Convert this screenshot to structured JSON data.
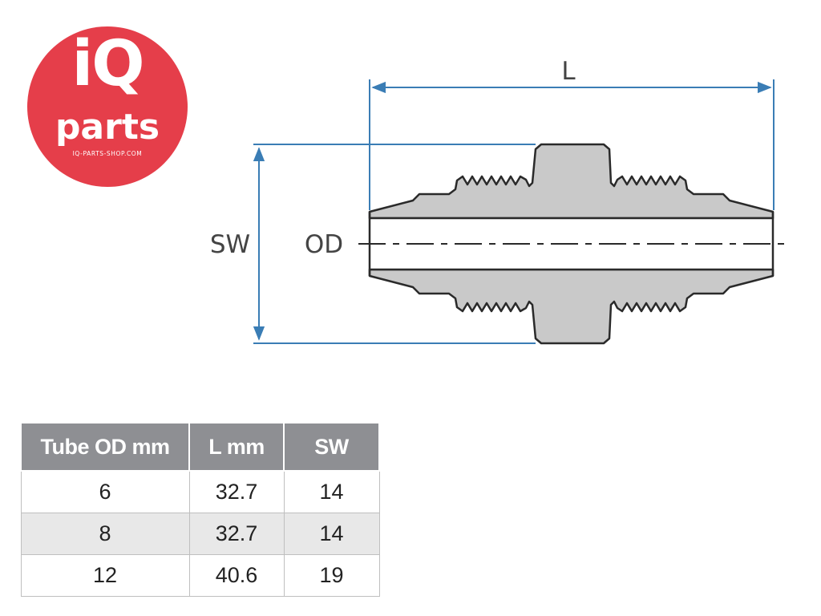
{
  "logo": {
    "brand_top": "iQ",
    "brand_bottom": "parts",
    "url": "IQ-PARTS-SHOP.COM",
    "color": "#e53e4a"
  },
  "diagram": {
    "labels": {
      "length": "L",
      "wrench_size": "SW",
      "outer_diameter": "OD"
    },
    "dimension_color": "#3a7db5",
    "part_fill": "#c9c9c9",
    "outline_color": "#2a2a2a"
  },
  "table": {
    "headers": [
      "Tube OD mm",
      "L mm",
      "SW"
    ],
    "rows": [
      [
        "6",
        "32.7",
        "14"
      ],
      [
        "8",
        "32.7",
        "14"
      ],
      [
        "12",
        "40.6",
        "19"
      ]
    ],
    "header_color": "#8e8f93"
  }
}
